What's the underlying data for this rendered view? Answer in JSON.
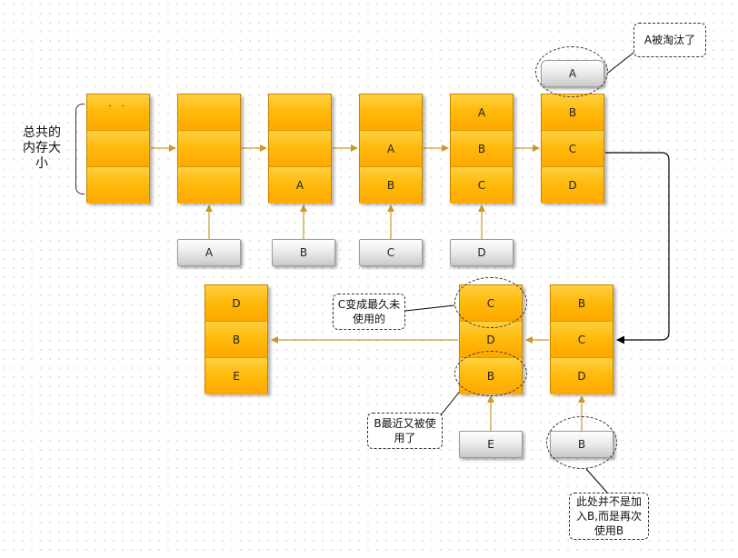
{
  "side_label": "总共的\n内存大\n小",
  "top_columns": [
    {
      "cells": [
        "· ·",
        "",
        ""
      ]
    },
    {
      "cells": [
        "",
        "",
        ""
      ]
    },
    {
      "cells": [
        "",
        "",
        "A"
      ]
    },
    {
      "cells": [
        "",
        "A",
        "B"
      ]
    },
    {
      "cells": [
        "A",
        "B",
        "C"
      ]
    },
    {
      "cells": [
        "B",
        "C",
        "D"
      ]
    }
  ],
  "top_inputs": [
    "A",
    "B",
    "C",
    "D"
  ],
  "evicted": "A",
  "callouts": {
    "evicted": "A被淘汰了",
    "c_lru": "C变成最久未\n使用的",
    "b_recent": "B最近又被使\n用了",
    "re_use": "此处并不是加\n入B,而是再次\n使用B"
  },
  "bottom_columns": [
    {
      "cells": [
        "B",
        "C",
        "D"
      ]
    },
    {
      "cells": [
        "C",
        "D",
        "B"
      ]
    },
    {
      "cells": [
        "D",
        "B",
        "E"
      ]
    }
  ],
  "bottom_inputs": [
    "E",
    "B"
  ],
  "colors": {
    "cell": "#ffb90b",
    "arrow": "#c89a2a",
    "connector": "#000000"
  }
}
